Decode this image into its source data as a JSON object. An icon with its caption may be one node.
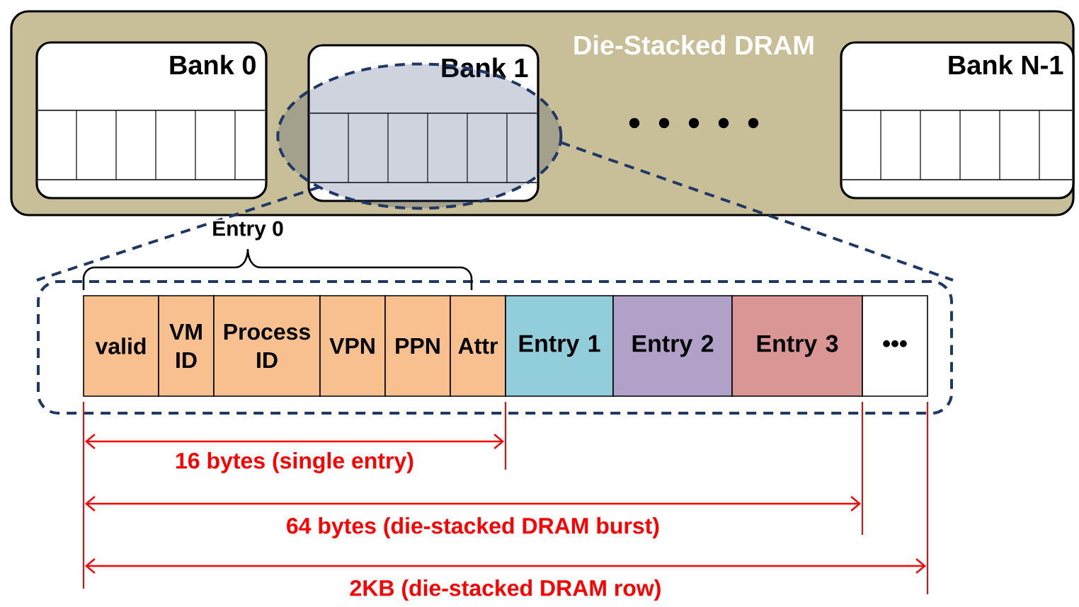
{
  "diagram": {
    "nodes": [
      {
        "text": [
          "Die-Stacked DRAM"
        ]
      },
      {
        "text": [
          "Bank 0"
        ],
        "in": 0
      },
      {
        "text": [
          "Bank 1"
        ],
        "in": 0
      },
      {
        "text": [
          "Bank N-1"
        ],
        "in": 0
      },
      {
        "text": [],
        "shape": "ellipse",
        "in": 0
      },
      {
        "text": [],
        "shape": "box"
      },
      {
        "text": [
          "valid"
        ],
        "in": 5
      },
      {
        "text": [
          "VM ID"
        ],
        "in": 5
      },
      {
        "text": [
          "Process ID"
        ],
        "in": 5
      },
      {
        "text": [
          "VPN"
        ],
        "in": 5
      },
      {
        "text": [
          "PPN"
        ],
        "in": 5
      },
      {
        "text": [
          "Attr"
        ],
        "in": 5
      },
      {
        "text": [
          "Entry 1"
        ],
        "in": 5
      },
      {
        "text": [
          "Entry 2"
        ],
        "in": 5
      },
      {
        "text": [
          "Entry 3"
        ],
        "in": 5
      },
      {
        "text": [
          "•••"
        ],
        "in": 5
      }
    ],
    "edges": [
      {
        "from": 4,
        "to": 5,
        "arrow": "none",
        "style": "dashed"
      },
      {
        "from": 4,
        "to": 5,
        "arrow": "none",
        "style": "dashed"
      }
    ],
    "labels": [
      "Entry 0",
      "16 bytes (single entry)",
      "64 bytes (die-stacked DRAM burst)",
      "2KB (die-stacked DRAM row)"
    ]
  }
}
